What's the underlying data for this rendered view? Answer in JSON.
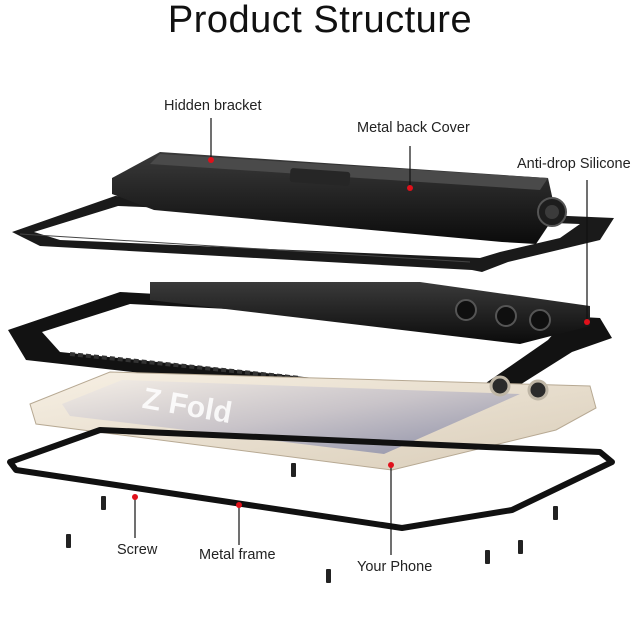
{
  "title": "Product Structure",
  "phone_text": "Z Fold",
  "labels": {
    "hidden_bracket": "Hidden bracket",
    "metal_back_cover": "Metal back Cover",
    "anti_drop_silicone": "Anti-drop Silicone",
    "screw": "Screw",
    "metal_frame": "Metal frame",
    "your_phone": "Your Phone"
  },
  "colors": {
    "callout_dot": "#e0101a",
    "case_black": "#141414",
    "phone_cream": "#efe6d8"
  }
}
